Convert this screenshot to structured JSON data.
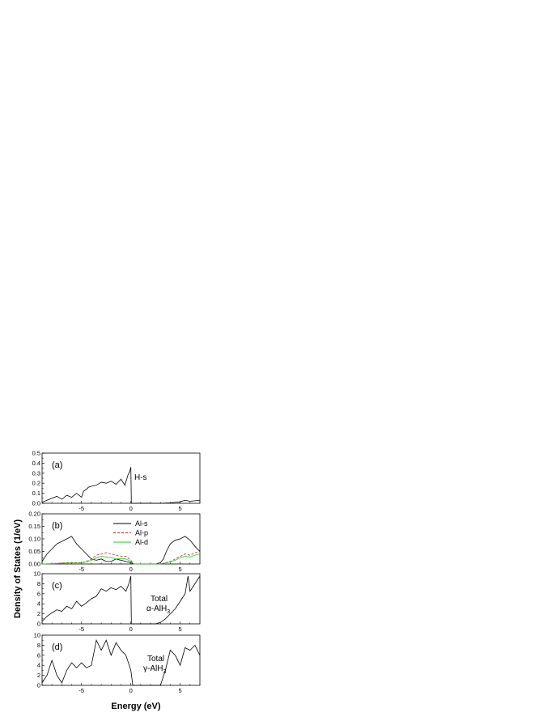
{
  "chart_data": {
    "type": "line",
    "xlabel": "Energy (eV)",
    "ylabel": "Density of States (1/eV)",
    "xlim": [
      -9,
      7
    ],
    "xticks": [
      -5,
      0,
      5
    ],
    "panels": [
      {
        "label": "(a)",
        "annotation": [
          "H-s"
        ],
        "ylim": [
          0,
          0.5
        ],
        "yticks": [
          0.0,
          0.1,
          0.2,
          0.3,
          0.4,
          0.5
        ],
        "ytick_labels": [
          "0.0",
          "0.1",
          "0.2",
          "0.3",
          "0.4",
          "0.5"
        ],
        "series": [
          {
            "color": "#000000",
            "dash": "",
            "x": [
              -9,
              -8.5,
              -8,
              -7.5,
              -7,
              -6.5,
              -6,
              -5.5,
              -5,
              -4.8,
              -4.5,
              -4.3,
              -4,
              -3.5,
              -3,
              -2.5,
              -2,
              -1.5,
              -1,
              -0.6,
              -0.3,
              -0.1,
              0,
              0.05,
              1,
              2,
              3,
              4,
              4.5,
              5,
              5.5,
              6,
              6.5,
              7
            ],
            "y": [
              0.01,
              0.03,
              0.05,
              0.07,
              0.04,
              0.08,
              0.06,
              0.1,
              0.06,
              0.12,
              0.14,
              0.16,
              0.17,
              0.18,
              0.21,
              0.2,
              0.22,
              0.19,
              0.24,
              0.18,
              0.28,
              0.32,
              0.36,
              0.0,
              0.0,
              0.0,
              0.0,
              0.005,
              0.01,
              0.015,
              0.03,
              0.02,
              0.025,
              0.03
            ]
          }
        ]
      },
      {
        "label": "(b)",
        "annotation": [],
        "ylim": [
          0,
          0.2
        ],
        "yticks": [
          0.0,
          0.05,
          0.1,
          0.15,
          0.2
        ],
        "ytick_labels": [
          "0.00",
          "0.05",
          "0.10",
          "0.15",
          "0.20"
        ],
        "legend": {
          "position": "top-center",
          "entries": [
            "Al-s",
            "Al-p",
            "Al-d"
          ]
        },
        "series": [
          {
            "name": "Al-s",
            "color": "#000000",
            "dash": "",
            "x": [
              -9,
              -8.5,
              -8,
              -7.5,
              -7,
              -6.5,
              -6,
              -5.5,
              -5,
              -4.5,
              -4,
              -3.5,
              -3,
              -2.5,
              -2,
              -1.5,
              -1,
              -0.5,
              0,
              0.3,
              1,
              2,
              2.5,
              3,
              3.3,
              3.6,
              4,
              4.5,
              5,
              5.5,
              6,
              6.5,
              7
            ],
            "y": [
              0.01,
              0.04,
              0.06,
              0.08,
              0.09,
              0.1,
              0.11,
              0.08,
              0.06,
              0.04,
              0.02,
              0.015,
              0.02,
              0.01,
              0.01,
              0.02,
              0.015,
              0.01,
              0.005,
              0.0,
              0.0,
              0.0,
              0.0,
              0.005,
              0.02,
              0.05,
              0.08,
              0.095,
              0.1,
              0.11,
              0.095,
              0.07,
              0.05
            ]
          },
          {
            "name": "Al-p",
            "color": "#cc2222",
            "dash": "3,2",
            "x": [
              -9,
              -8,
              -7,
              -6,
              -5,
              -4.5,
              -4,
              -3.5,
              -3,
              -2.5,
              -2,
              -1.5,
              -1,
              -0.5,
              0,
              0.3,
              1,
              2,
              3,
              3.5,
              4,
              4.5,
              5,
              5.5,
              6,
              6.5,
              7
            ],
            "y": [
              0.0,
              0.002,
              0.004,
              0.006,
              0.005,
              0.01,
              0.02,
              0.035,
              0.04,
              0.045,
              0.04,
              0.035,
              0.03,
              0.03,
              0.015,
              0.0,
              0.0,
              0.0,
              0.0,
              0.005,
              0.01,
              0.02,
              0.03,
              0.04,
              0.035,
              0.045,
              0.05
            ]
          },
          {
            "name": "Al-d",
            "color": "#22cc22",
            "dash": "",
            "x": [
              -9,
              -8,
              -7,
              -6,
              -5,
              -4.5,
              -4,
              -3.5,
              -3,
              -2.5,
              -2,
              -1.5,
              -1,
              -0.5,
              0,
              0.3,
              1,
              2,
              3,
              3.5,
              4,
              4.5,
              5,
              5.5,
              6,
              6.5,
              7
            ],
            "y": [
              0.0,
              0.001,
              0.003,
              0.004,
              0.004,
              0.008,
              0.015,
              0.025,
              0.03,
              0.028,
              0.025,
              0.02,
              0.022,
              0.02,
              0.01,
              0.0,
              0.0,
              0.0,
              0.0,
              0.004,
              0.008,
              0.015,
              0.025,
              0.03,
              0.028,
              0.035,
              0.04
            ]
          }
        ]
      },
      {
        "label": "(c)",
        "annotation": [
          "Total",
          "α-AlH",
          "3"
        ],
        "ylim": [
          0,
          10
        ],
        "yticks": [
          0,
          2,
          4,
          6,
          8,
          10
        ],
        "ytick_labels": [
          "0",
          "2",
          "4",
          "6",
          "8",
          "10"
        ],
        "series": [
          {
            "color": "#000000",
            "dash": "",
            "x": [
              -9,
              -8.5,
              -8,
              -7.5,
              -7,
              -6.5,
              -6,
              -5.5,
              -5,
              -4.5,
              -4,
              -3.5,
              -3,
              -2.5,
              -2,
              -1.5,
              -1,
              -0.5,
              -0.2,
              0,
              0.05,
              1,
              2,
              2.5,
              3,
              3.5,
              4,
              4.5,
              5,
              5.5,
              5.8,
              6,
              6.5,
              7
            ],
            "y": [
              0.5,
              1.5,
              2.2,
              2.8,
              2.5,
              3.5,
              3,
              4.5,
              3.5,
              4.2,
              5,
              5.5,
              7,
              6.5,
              7.2,
              6.8,
              7.5,
              6.5,
              8,
              9.5,
              0,
              0,
              0,
              0,
              0.3,
              1,
              2,
              3,
              4.5,
              6,
              9.5,
              6.5,
              8,
              9.5
            ]
          }
        ]
      },
      {
        "label": "(d)",
        "annotation": [
          "Total",
          "γ-AlH",
          "3"
        ],
        "ylim": [
          0,
          10
        ],
        "yticks": [
          0,
          2,
          4,
          6,
          8,
          10
        ],
        "ytick_labels": [
          "0",
          "2",
          "4",
          "6",
          "8",
          "10"
        ],
        "series": [
          {
            "color": "#000000",
            "dash": "",
            "x": [
              -9,
              -8.5,
              -8,
              -7.5,
              -7,
              -6.5,
              -6,
              -5.5,
              -5,
              -4.5,
              -4,
              -3.5,
              -3,
              -2.5,
              -2,
              -1.5,
              -1,
              -0.5,
              0,
              0.2,
              1,
              2,
              3,
              3.5,
              4,
              4.5,
              5,
              5.5,
              6,
              6.5,
              7
            ],
            "y": [
              0.5,
              2,
              5,
              2,
              0.5,
              3,
              4.5,
              3.5,
              4.5,
              3.5,
              4,
              9,
              7,
              9,
              6,
              8.5,
              7,
              6,
              3,
              0,
              0,
              0,
              0,
              3,
              7,
              6,
              4,
              7.5,
              7,
              8,
              6
            ]
          }
        ]
      }
    ]
  }
}
